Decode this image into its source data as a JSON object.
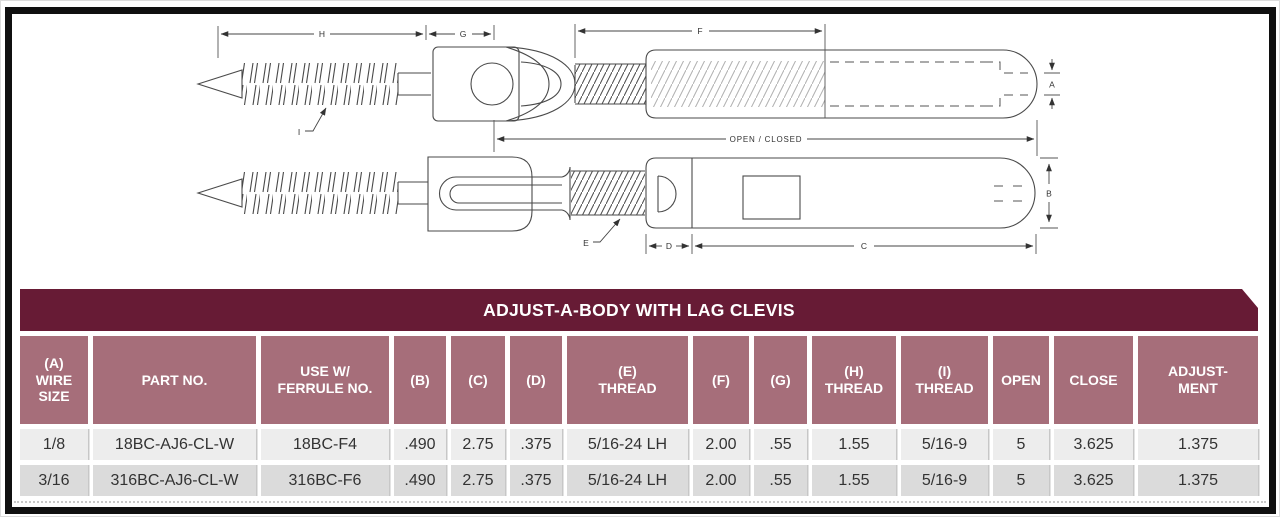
{
  "drawing": {
    "labels": {
      "H": "H",
      "G": "G",
      "F": "F",
      "A": "A",
      "B": "B",
      "C": "C",
      "D": "D",
      "E": "E",
      "I": "I",
      "open_closed": "OPEN / CLOSED"
    }
  },
  "table": {
    "title": "ADJUST-A-BODY WITH LAG CLEVIS",
    "columns": [
      "(A)\nWIRE\nSIZE",
      "PART NO.",
      "USE W/\nFERRULE NO.",
      "(B)",
      "(C)",
      "(D)",
      "(E)\nTHREAD",
      "(F)",
      "(G)",
      "(H)\nTHREAD",
      "(I)\nTHREAD",
      "OPEN",
      "CLOSE",
      "ADJUST-\nMENT"
    ],
    "rows": [
      [
        "1/8",
        "18BC-AJ6-CL-W",
        "18BC-F4",
        ".490",
        "2.75",
        ".375",
        "5/16-24 LH",
        "2.00",
        ".55",
        "1.55",
        "5/16-9",
        "5",
        "3.625",
        "1.375"
      ],
      [
        "3/16",
        "316BC-AJ6-CL-W",
        "316BC-F6",
        ".490",
        "2.75",
        ".375",
        "5/16-24 LH",
        "2.00",
        ".55",
        "1.55",
        "5/16-9",
        "5",
        "3.625",
        "1.375"
      ]
    ]
  },
  "colors": {
    "title_bg": "#671B35",
    "header_bg": "#A66E7A",
    "row_light": "#EDEDED",
    "row_dark": "#DBDBDB",
    "frame": "#101010"
  }
}
